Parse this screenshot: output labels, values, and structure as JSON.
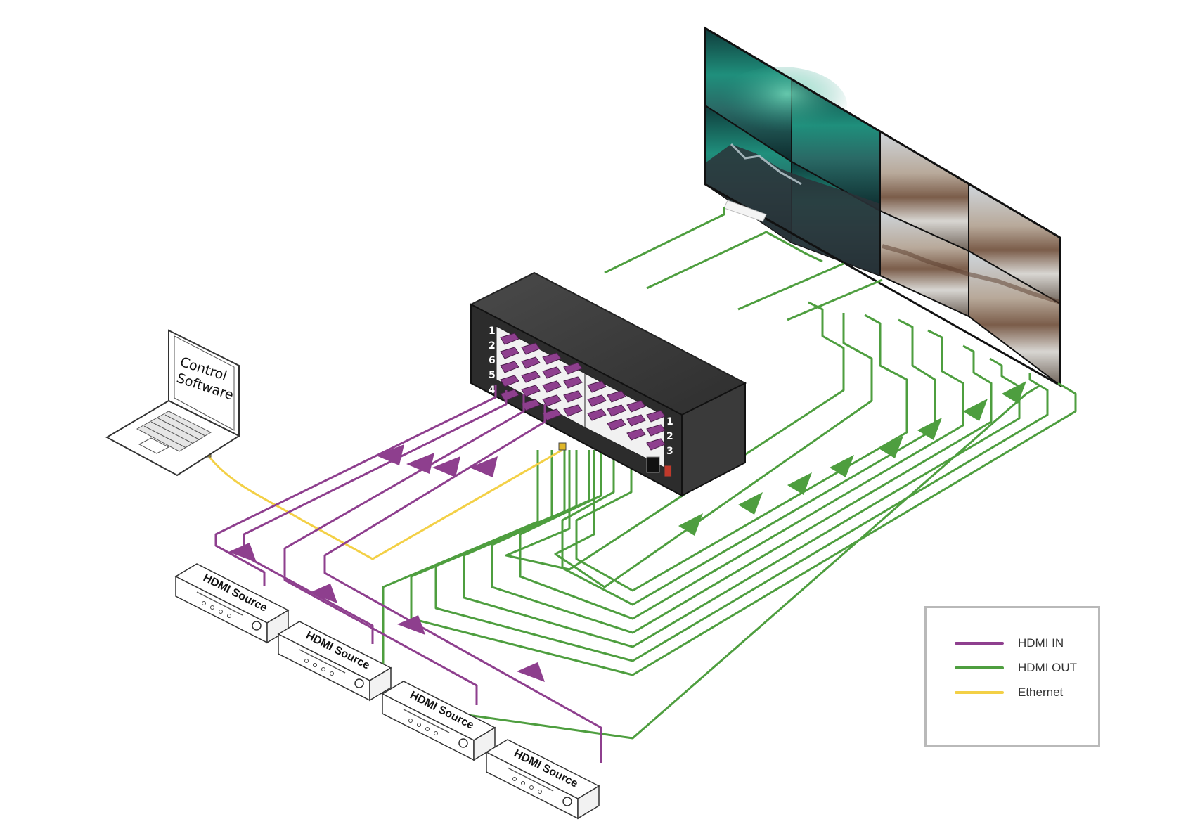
{
  "laptop": {
    "line1": "Control",
    "line2": "Software"
  },
  "sources": [
    {
      "label": "HDMI Source"
    },
    {
      "label": "HDMI Source"
    },
    {
      "label": "HDMI Source"
    },
    {
      "label": "HDMI Source"
    }
  ],
  "matrix": {
    "input_labels": [
      "1",
      "2",
      "6",
      "5",
      "4"
    ],
    "output_labels": [
      "1",
      "2",
      "3"
    ]
  },
  "legend": {
    "items": [
      {
        "label": "HDMI IN",
        "color": "#8e3f8e"
      },
      {
        "label": "HDMI OUT",
        "color": "#4e9e3f"
      },
      {
        "label": "Ethernet",
        "color": "#f3d046"
      }
    ]
  },
  "colors": {
    "hdmi_in": "#8e3f8e",
    "hdmi_out": "#4e9e3f",
    "ethernet": "#f3d046",
    "device_body": "#3a3a3a"
  }
}
